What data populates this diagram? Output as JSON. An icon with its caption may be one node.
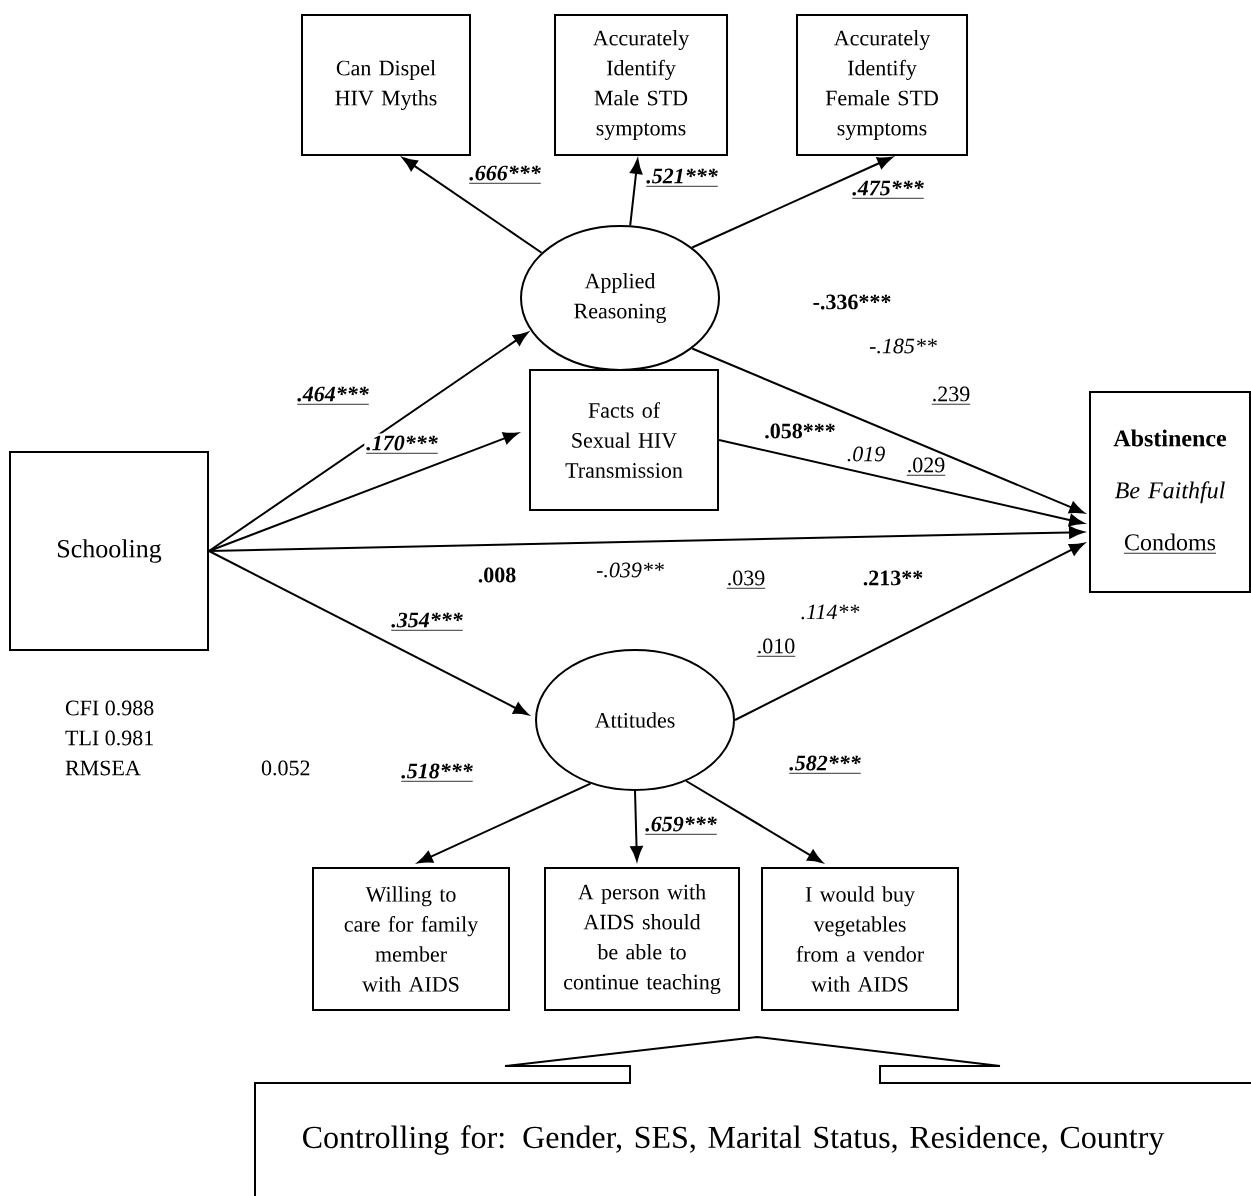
{
  "diagram": {
    "nodes": [
      {
        "text": [
          "Can Dispel HIV Myths"
        ]
      },
      {
        "text": [
          "Accurately Identify Male STD symptoms"
        ]
      },
      {
        "text": [
          "Accurately Identify Female STD symptoms"
        ]
      },
      {
        "text": [
          "Applied Reasoning"
        ]
      },
      {
        "text": [
          "Schooling"
        ]
      },
      {
        "text": [
          "Facts of Sexual HIV Transmission"
        ]
      },
      {
        "text": [
          "Abstinence",
          "Be Faithful",
          "Condoms"
        ]
      },
      {
        "text": [
          "Attitudes"
        ]
      },
      {
        "text": [
          "Willing to care for family member with AIDS"
        ]
      },
      {
        "text": [
          "A person with AIDS should be able to continue teaching"
        ]
      },
      {
        "text": [
          "I would buy vegetables from a vendor with AIDS"
        ]
      },
      {
        "text": [
          "Controlling for: Gender, SES, Marital Status, Residence, Country"
        ]
      }
    ],
    "edges": [
      {
        "from": 3,
        "to": 0,
        "arrow": "to",
        "label": ".666***"
      },
      {
        "from": 3,
        "to": 1,
        "arrow": "to",
        "label": ".521***"
      },
      {
        "from": 3,
        "to": 2,
        "arrow": "to",
        "label": ".475***"
      },
      {
        "from": 4,
        "to": 3,
        "arrow": "to",
        "label": ".464***"
      },
      {
        "from": 4,
        "to": 5,
        "arrow": "to",
        "label": ".170***"
      },
      {
        "from": 4,
        "to": 6,
        "arrow": "to",
        "label": ".008"
      },
      {
        "from": 4,
        "to": 7,
        "arrow": "to",
        "label": ".354***"
      },
      {
        "from": 3,
        "to": 6,
        "arrow": "to",
        "label": "-.336***"
      },
      {
        "from": 5,
        "to": 6,
        "arrow": "to",
        "label": ".058***"
      },
      {
        "from": 7,
        "to": 6,
        "arrow": "to",
        "label": ".213**"
      },
      {
        "from": 7,
        "to": 8,
        "arrow": "to",
        "label": ".518***"
      },
      {
        "from": 7,
        "to": 9,
        "arrow": "to",
        "label": ".659***"
      },
      {
        "from": 7,
        "to": 10,
        "arrow": "to",
        "label": ".582***"
      }
    ],
    "labels": [
      "-.185**",
      ".239",
      ".019",
      ".029",
      "-.039**",
      ".039",
      ".114**",
      ".010",
      "CFI 0.988",
      "TLI 0.981",
      "RMSEA",
      "0.052"
    ]
  }
}
